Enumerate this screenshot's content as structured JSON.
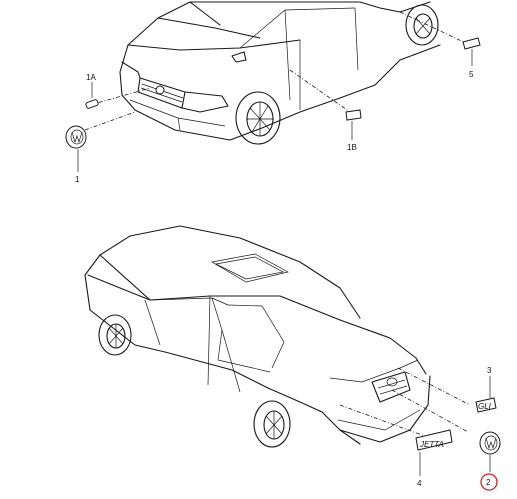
{
  "callouts": [
    {
      "id": "1",
      "label": "1"
    },
    {
      "id": "1A",
      "label": "1A"
    },
    {
      "id": "1B",
      "label": "1B"
    },
    {
      "id": "2",
      "label": "2",
      "highlighted": true
    },
    {
      "id": "3",
      "label": "3"
    },
    {
      "id": "4",
      "label": "4"
    },
    {
      "id": "5",
      "label": "5"
    }
  ],
  "badges": {
    "model_script": "JETTA",
    "trim_script": "GLI"
  },
  "colors": {
    "line": "#1a1a1a",
    "highlight": "#d42020",
    "background": "#ffffff"
  }
}
